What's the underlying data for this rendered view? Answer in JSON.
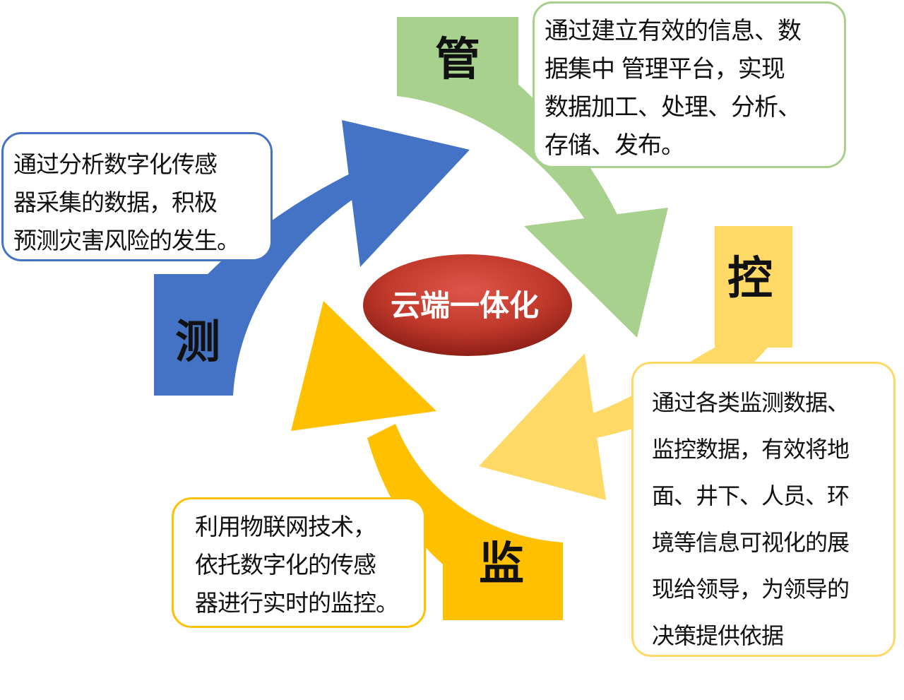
{
  "center": {
    "label": "云端一体化",
    "color": "#c0392b"
  },
  "stages": [
    {
      "id": "measure",
      "char": "测",
      "color": "#4472c4",
      "lines": [
        "通过分析数字化传感",
        "器采集的数据，积极",
        "预测灾害风险的发生。"
      ]
    },
    {
      "id": "manage",
      "char": "管",
      "color": "#a9d18e",
      "lines": [
        "通过建立有效的信息、数",
        "据集中 管理平台，实现",
        "数据加工、处理、分析、",
        "存储、发布。"
      ]
    },
    {
      "id": "control",
      "char": "控",
      "color": "#ffd966",
      "lines": [
        "通过各类监测数据、",
        "监控数据，有效将地",
        "面、井下、人员、环",
        "境等信息可视化的展",
        "现给领导，为领导的",
        "决策提供依据"
      ]
    },
    {
      "id": "monitor",
      "char": "监",
      "color": "#ffc000",
      "lines": [
        "利用物联网技术，",
        "依托数字化的传感",
        "器进行实时的监控。"
      ]
    }
  ]
}
